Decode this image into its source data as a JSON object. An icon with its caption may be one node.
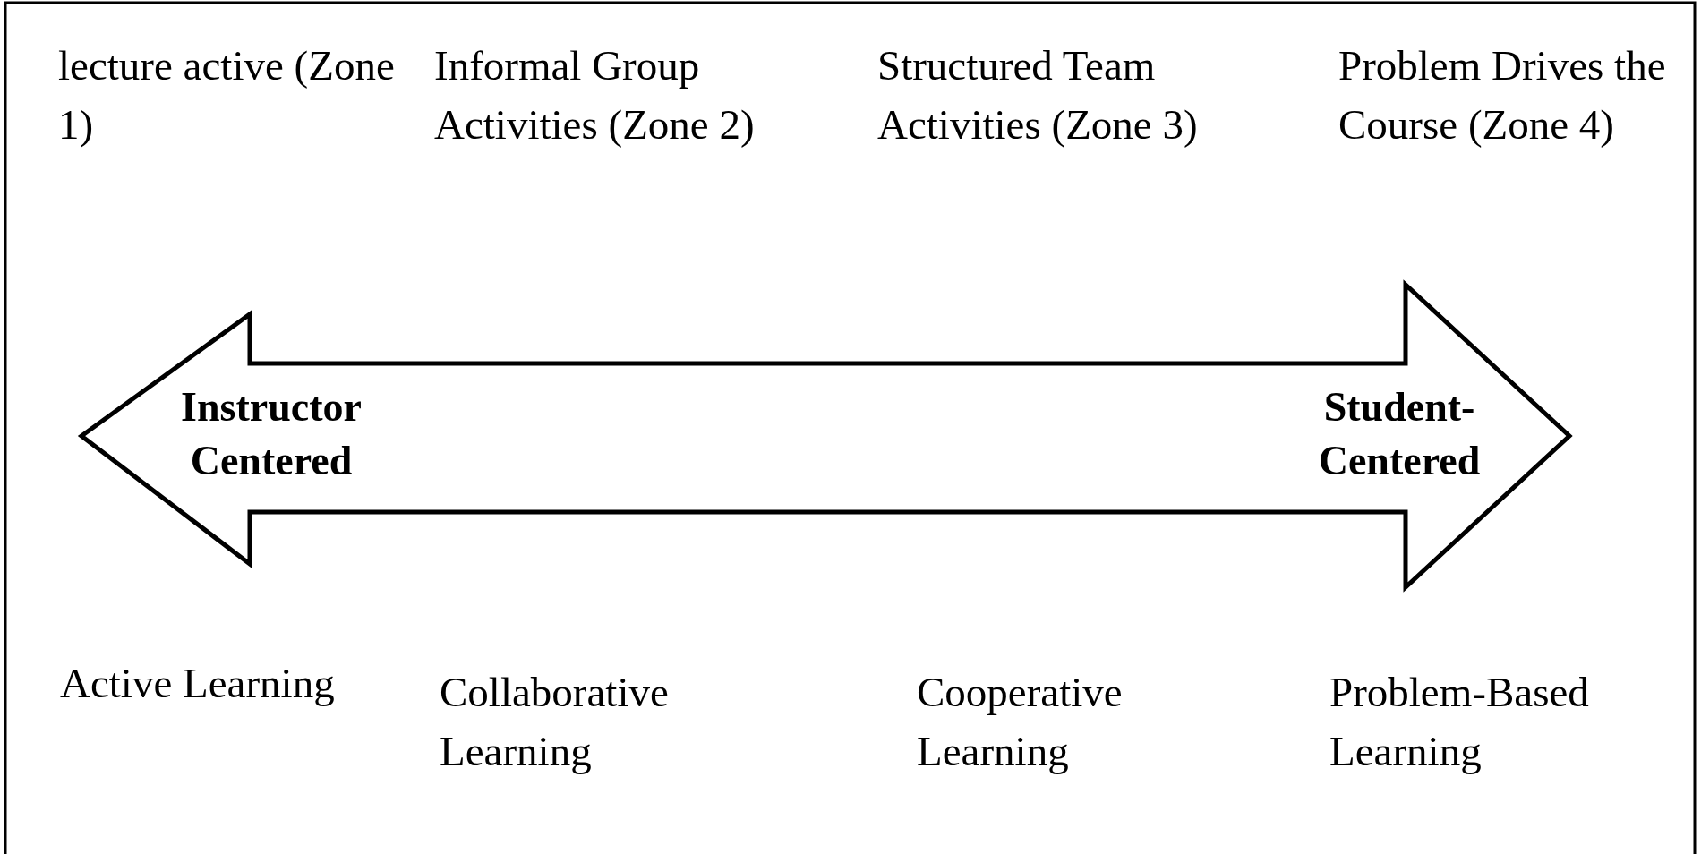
{
  "diagram": {
    "nodes": [
      {
        "text": [
          "Instructor Centered",
          "Student-Centered"
        ]
      }
    ],
    "labels": [
      "lecture active (Zone 1)",
      "Informal Group Activities (Zone 2)",
      "Structured Team Activities (Zone 3)",
      "Problem Drives the Course (Zone 4)",
      "Active Learning",
      "Collaborative Learning",
      "Cooperative Learning",
      "Problem-Based Learning"
    ]
  }
}
